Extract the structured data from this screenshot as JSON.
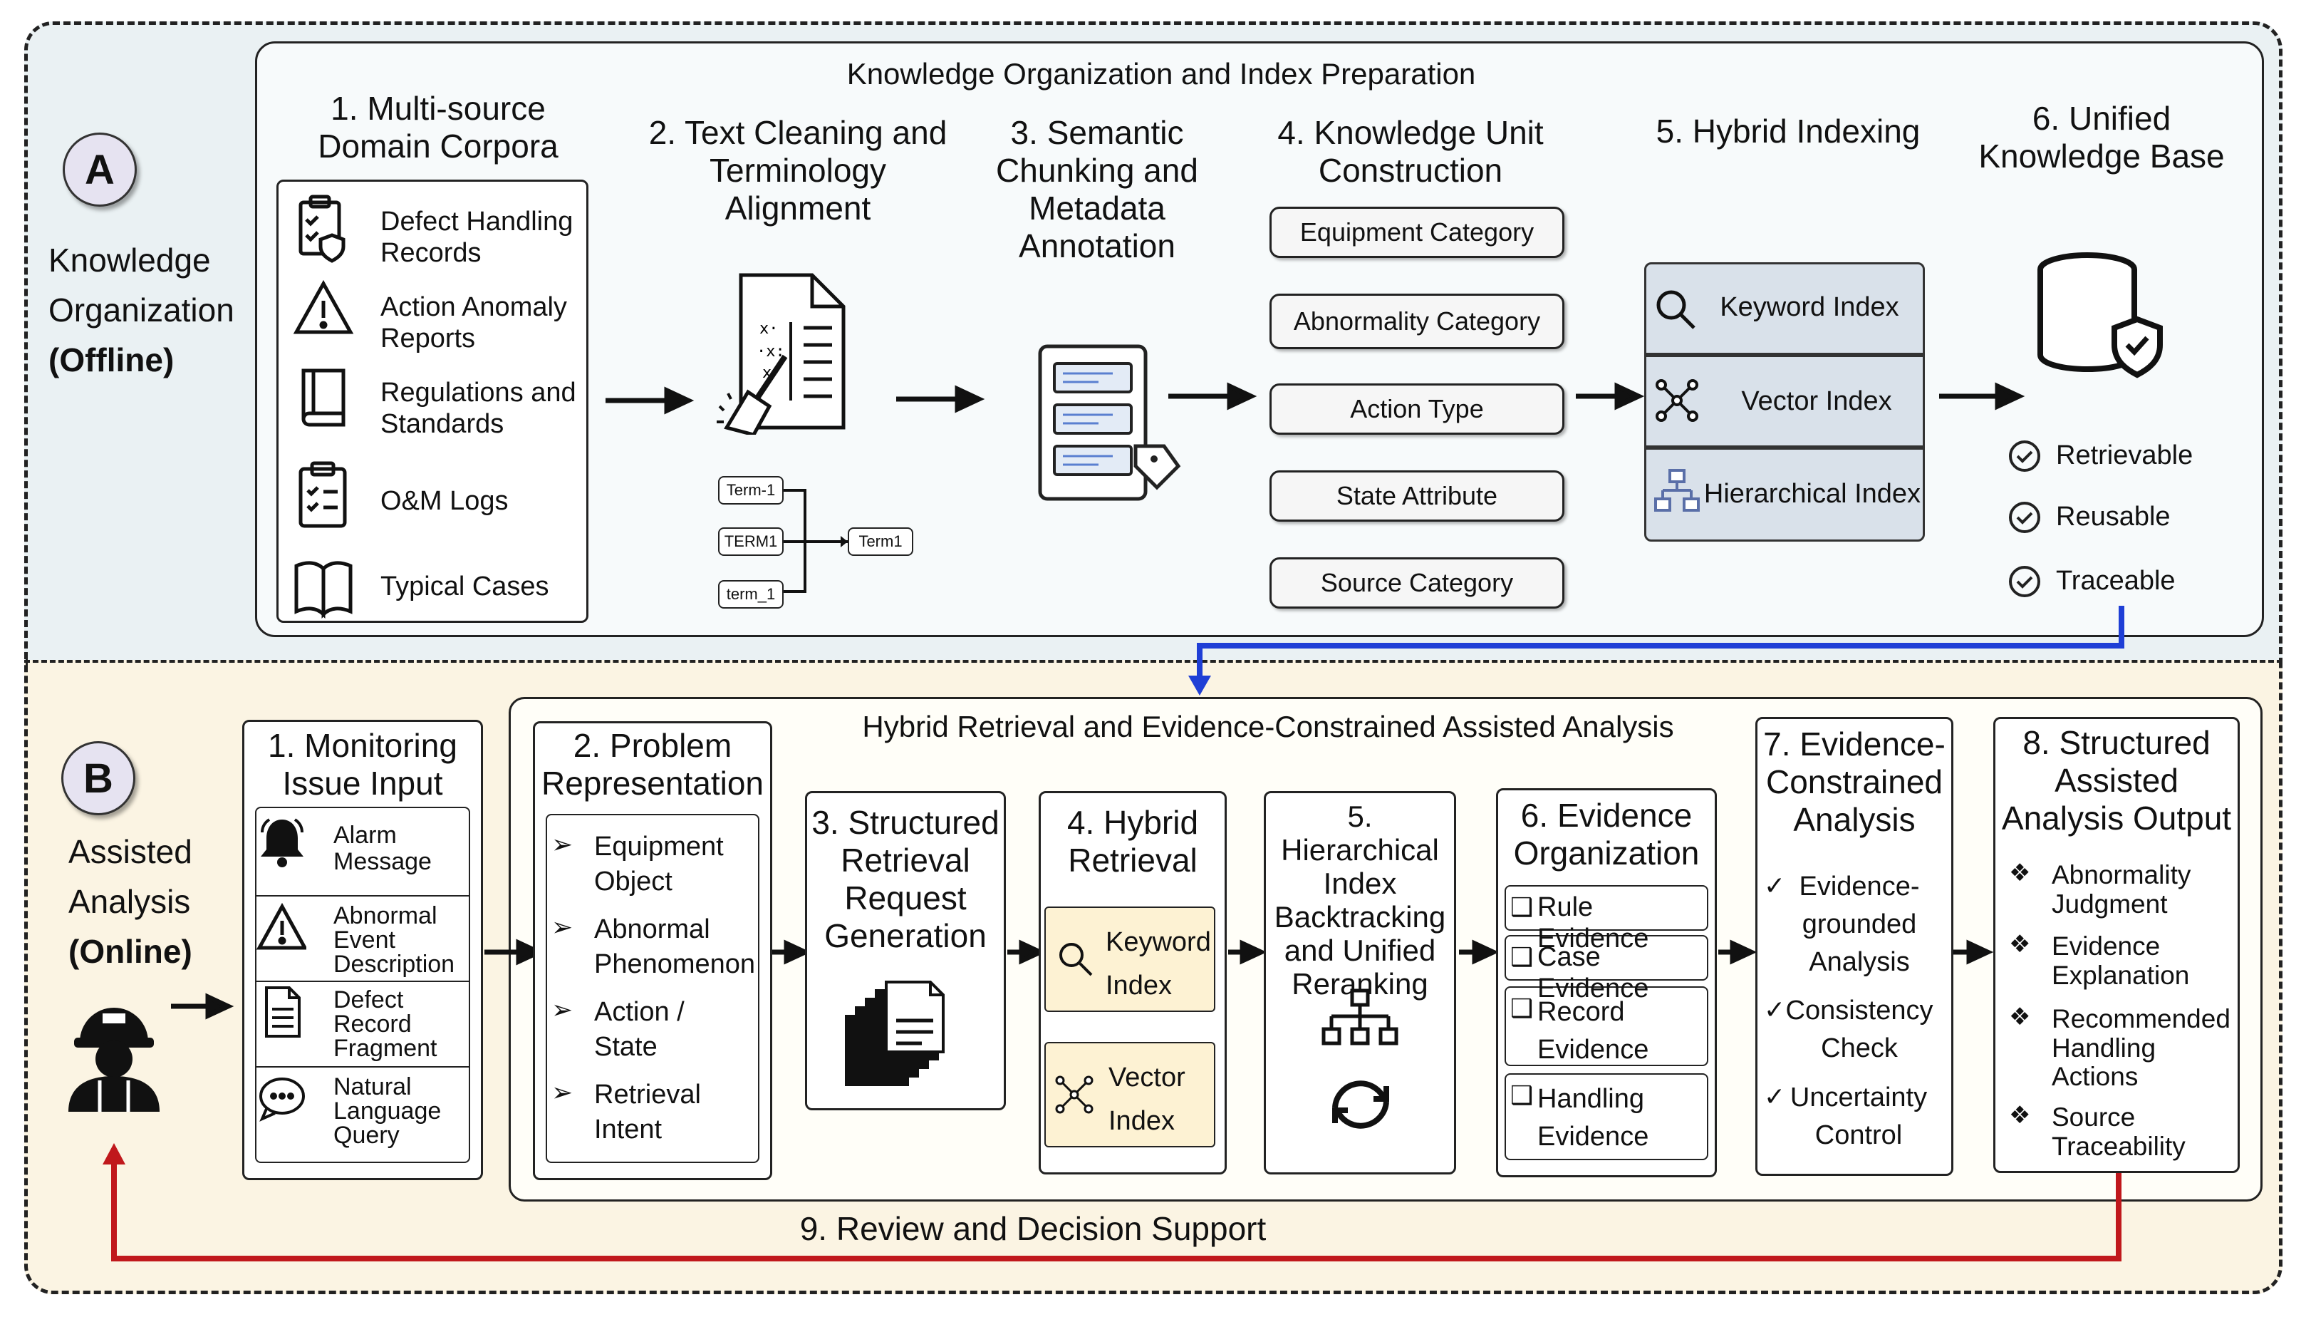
{
  "panel_a": {
    "letter": "A",
    "side_label": [
      "Knowledge",
      "Organization",
      "(Offline)"
    ],
    "title": "Knowledge Organization and Index Preparation",
    "steps": [
      "1. Multi-source Domain Corpora",
      "2. Text Cleaning and Terminology Alignment",
      "3. Semantic Chunking and Metadata Annotation",
      "4. Knowledge Unit Construction",
      "5. Hybrid Indexing",
      "6. Unified Knowledge Base"
    ],
    "corpora": [
      {
        "icon": "checklist-shield-icon",
        "label": "Defect Handling Records"
      },
      {
        "icon": "warning-icon",
        "label": "Action Anomaly Reports"
      },
      {
        "icon": "book-icon",
        "label": "Regulations and Standards"
      },
      {
        "icon": "clipboard-icon",
        "label": "O&M Logs"
      },
      {
        "icon": "open-book-icon",
        "label": "Typical Cases"
      }
    ],
    "terms": {
      "t1": "Term-1",
      "t2": "TERM1",
      "t3": "term_1",
      "out": "Term1"
    },
    "knowledge_units": [
      "Equipment Category",
      "Abnormality Category",
      "Action Type",
      "State Attribute",
      "Source Category"
    ],
    "indexes": [
      {
        "icon": "search-icon",
        "label": "Keyword Index"
      },
      {
        "icon": "vector-nodes-icon",
        "label": "Vector Index"
      },
      {
        "icon": "hierarchy-icon",
        "label": "Hierarchical Index"
      }
    ],
    "kb_properties": [
      "Retrievable",
      "Reusable",
      "Traceable"
    ]
  },
  "panel_b": {
    "letter": "B",
    "side_label": [
      "Assisted",
      "Analysis",
      "(Online)"
    ],
    "title": "Hybrid Retrieval and Evidence-Constrained Assisted Analysis",
    "step1": {
      "title": "1. Monitoring Issue Input",
      "items": [
        {
          "icon": "bell-icon",
          "label": "Alarm Message"
        },
        {
          "icon": "warning-icon",
          "label": "Abnormal Event Description"
        },
        {
          "icon": "document-icon",
          "label": "Defect Record Fragment"
        },
        {
          "icon": "chat-icon",
          "label": "Natural Language Query"
        }
      ]
    },
    "step2": {
      "title": "2. Problem Representation",
      "items": [
        "Equipment Object",
        "Abnormal Phenomenon",
        "Action / State",
        "Retrieval Intent"
      ]
    },
    "step3": {
      "title": "3. Structured Retrieval Request Generation"
    },
    "step4": {
      "title": "4. Hybrid Retrieval",
      "items": [
        "Keyword Index",
        "Vector Index"
      ]
    },
    "step5": {
      "title": "5. Hierarchical Index Backtracking and Unified Reranking"
    },
    "step6": {
      "title": "6. Evidence Organization",
      "items": [
        "Rule Evidence",
        "Case Evidence",
        "Record Evidence",
        "Handling Evidence"
      ]
    },
    "step7": {
      "title": "7. Evidence-Constrained Analysis",
      "items": [
        "Evidence-grounded Analysis",
        "Consistency Check",
        "Uncertainty Control"
      ]
    },
    "step8": {
      "title": "8. Structured Assisted Analysis Output",
      "items": [
        "Abnormality Judgment",
        "Evidence Explanation",
        "Recommended Handling Actions",
        "Source Traceability"
      ]
    },
    "feedback": "9. Review and Decision Support"
  },
  "colors": {
    "panel_a_bg": "#eaf1f3",
    "panel_b_bg": "#fbf4e3",
    "index_bg": "#d9e1ea",
    "retrieval_tile": "#fdf2d3",
    "link_blue": "#1f3fd6",
    "feedback_red": "#c0181c"
  }
}
